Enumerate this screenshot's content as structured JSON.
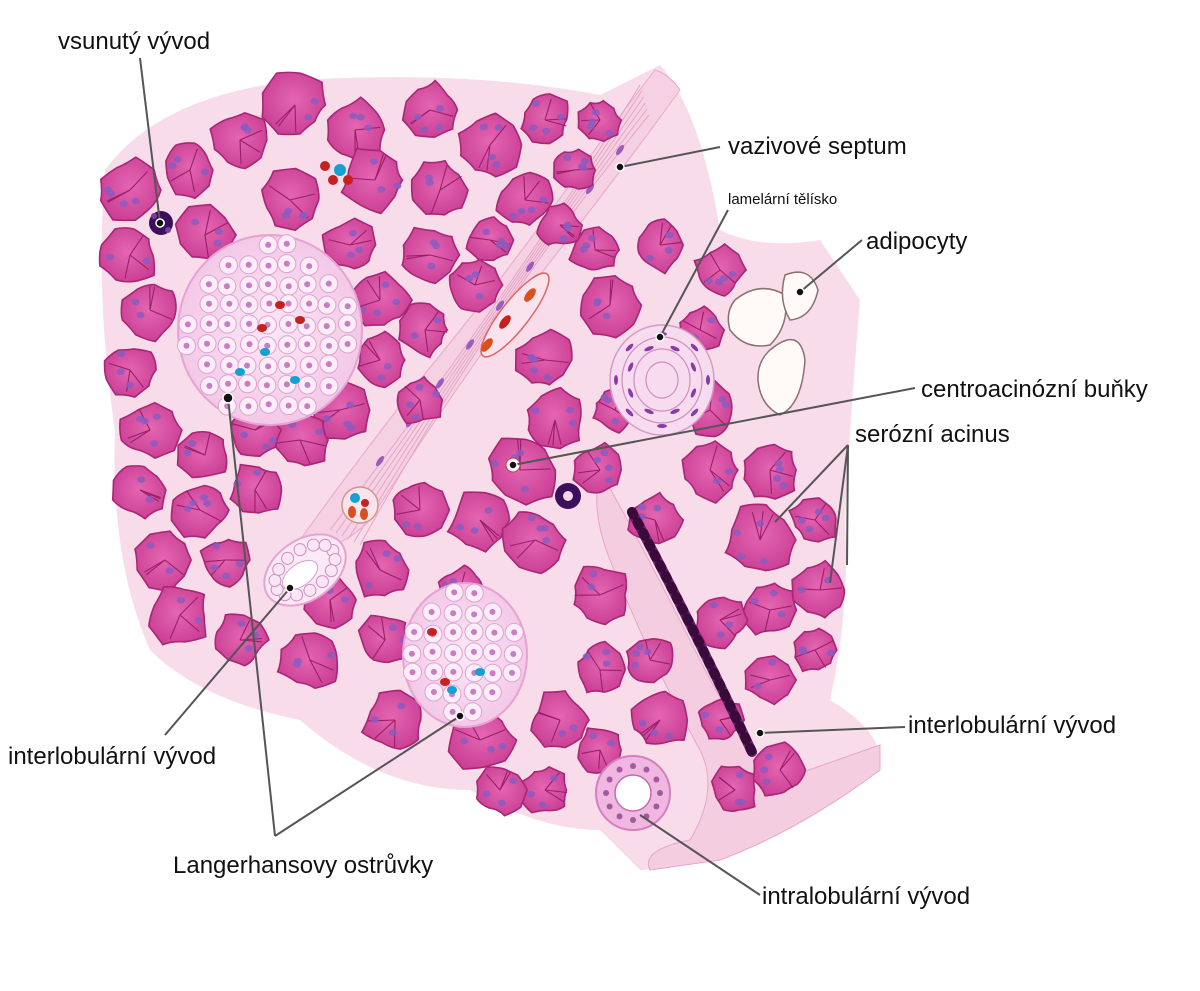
{
  "labels": {
    "vsunuty_vyvod": "vsunutý vývod",
    "vazivove_septum": "vazivové septum",
    "lamelarni_telisko": "lamelární tělísko",
    "adipocyty": "adipocyty",
    "centroacinozni_bunky": "centroacinózní buňky",
    "serozni_acinus": "serózní acinus",
    "interlobularni_vyvod_right": "interlobulární vývod",
    "interlobularni_vyvod_left": "interlobulární vývod",
    "langerhansovy_ostruvky": "Langerhansovy ostrůvky",
    "intralobularni_vyvod": "intralobulární vývod"
  },
  "colors": {
    "acinus_fill": "#d8479e",
    "acinus_edge": "#b02a7a",
    "nucleus": "#8a5cc0",
    "background_tissue": "#f7dbe9",
    "islet_fill": "#f6d2ec",
    "islet_cell": "#fbe6f6",
    "septum": "#f3c9de",
    "adipocyte_edge": "#8a7070",
    "red_cell": "#c8201e",
    "blue_cell": "#14a0d0",
    "duct_dark": "#5a1a6a",
    "leader_line": "#555555"
  }
}
